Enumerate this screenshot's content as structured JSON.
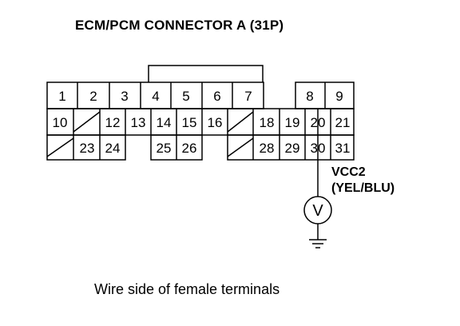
{
  "title": "ECM/PCM CONNECTOR A (31P)",
  "signal": {
    "name": "VCC2",
    "wire": "(YEL/BLU)"
  },
  "meter_symbol": "V",
  "caption": "Wire side of female terminals",
  "terminals": {
    "row1": [
      "1",
      "2",
      "3",
      "4",
      "5",
      "6",
      "7",
      "",
      "8",
      "9"
    ],
    "row2": [
      "10",
      "",
      "12",
      "13",
      "14",
      "15",
      "16",
      "",
      "18",
      "19",
      "20",
      "21"
    ],
    "row3": [
      "",
      "23",
      "24",
      "",
      "25",
      "26",
      "",
      "28",
      "29",
      "30",
      "31"
    ]
  },
  "probe_terminal": "30"
}
